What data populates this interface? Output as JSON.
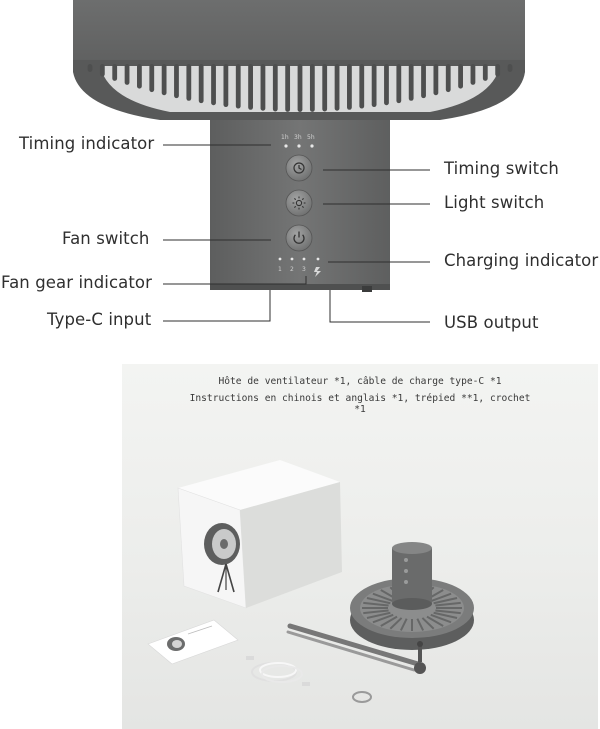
{
  "labels": {
    "timing_indicator": "Timing indicator",
    "timing_switch": "Timing switch",
    "light_switch": "Light switch",
    "fan_switch": "Fan switch",
    "charging_indicator": "Charging indicator",
    "fan_gear_indicator": "Fan gear indicator",
    "type_c_input": "Type-C input",
    "usb_output": "USB output"
  },
  "timer_marks": [
    "1h",
    "3h",
    "5h"
  ],
  "gear_marks": [
    "1",
    "2",
    "3"
  ],
  "package": {
    "caption_line1": "Hôte de ventilateur *1, câble de charge type-C *1",
    "caption_line2": "Instructions en chinois et anglais *1, trépied **1, crochet",
    "caption_line3": "*1"
  },
  "colors": {
    "fan_body": "#6b6c6c",
    "fan_dark": "#4a4b4b",
    "button_light": "#8a8b8b",
    "line": "#2f2f2f",
    "background": "#ffffff"
  }
}
